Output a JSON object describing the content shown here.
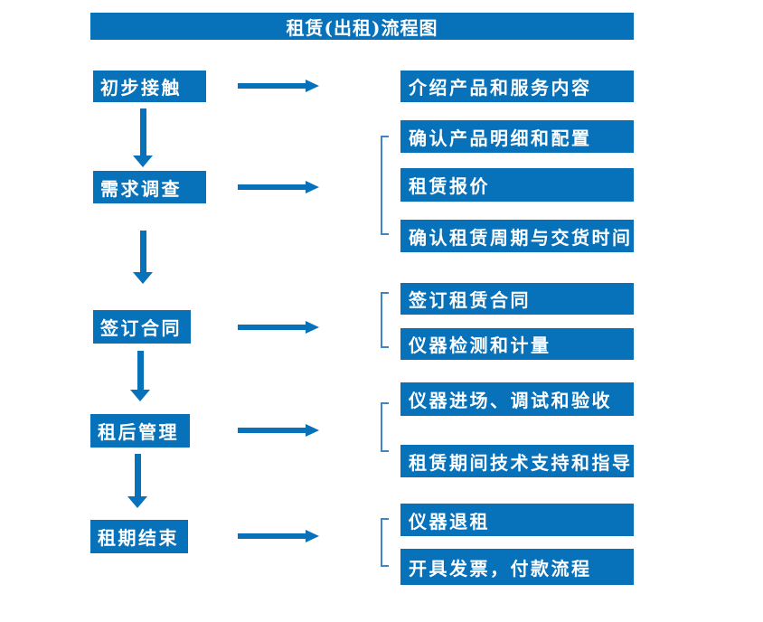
{
  "title": "租赁(出租)流程图",
  "colors": {
    "primary": "#0771BA",
    "bracket": "#3D85C8",
    "boxtext": "#ffffff"
  },
  "steps": [
    {
      "label": "初步接触",
      "children": [
        "介绍产品和服务内容"
      ]
    },
    {
      "label": "需求调查",
      "children": [
        "确认产品明细和配置",
        "租赁报价",
        "确认租赁周期与交货时间"
      ]
    },
    {
      "label": "签订合同",
      "children": [
        "签订租赁合同",
        "仪器检测和计量"
      ]
    },
    {
      "label": "租后管理",
      "children": [
        "仪器进场、调试和验收",
        "租赁期间技术支持和指导"
      ]
    },
    {
      "label": "租期结束",
      "children": [
        "仪器退租",
        "开具发票，付款流程"
      ]
    }
  ]
}
